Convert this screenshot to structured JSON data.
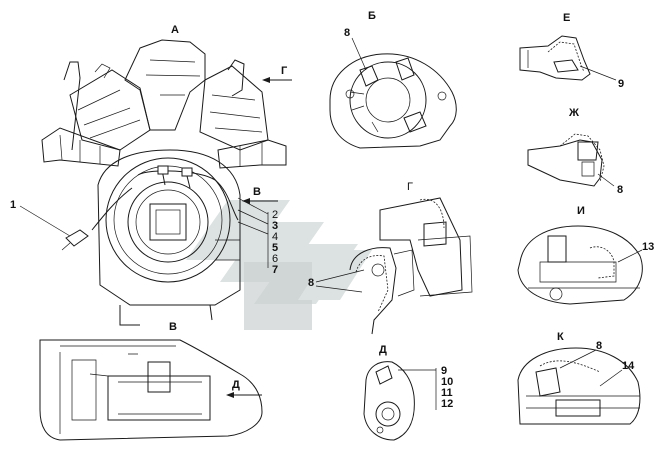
{
  "colors": {
    "ink": "#1a1a1a",
    "watermark": "#d9dede",
    "watermark_dark": "#c6cccc"
  },
  "views": {
    "A": "А",
    "B": "Б",
    "G_arrow": "Г",
    "V_arrow": "В",
    "G": "Г",
    "E": "Е",
    "ZH": "Ж",
    "I": "И",
    "V": "В",
    "D_arrow": "Д",
    "D": "Д",
    "K": "К"
  },
  "callouts": {
    "c1": "1",
    "c8_b": "8",
    "c9_e": "9",
    "c8_zh": "8",
    "c13": "13",
    "c8_g": "8",
    "c8_k": "8",
    "c14": "14"
  },
  "callout_stacks": {
    "main": [
      "2",
      "3",
      "4",
      "5",
      "6",
      "7"
    ],
    "d": [
      "9",
      "10",
      "11",
      "12"
    ]
  },
  "watermark": {
    "icon": "diagonal-stripes-logo-icon"
  }
}
